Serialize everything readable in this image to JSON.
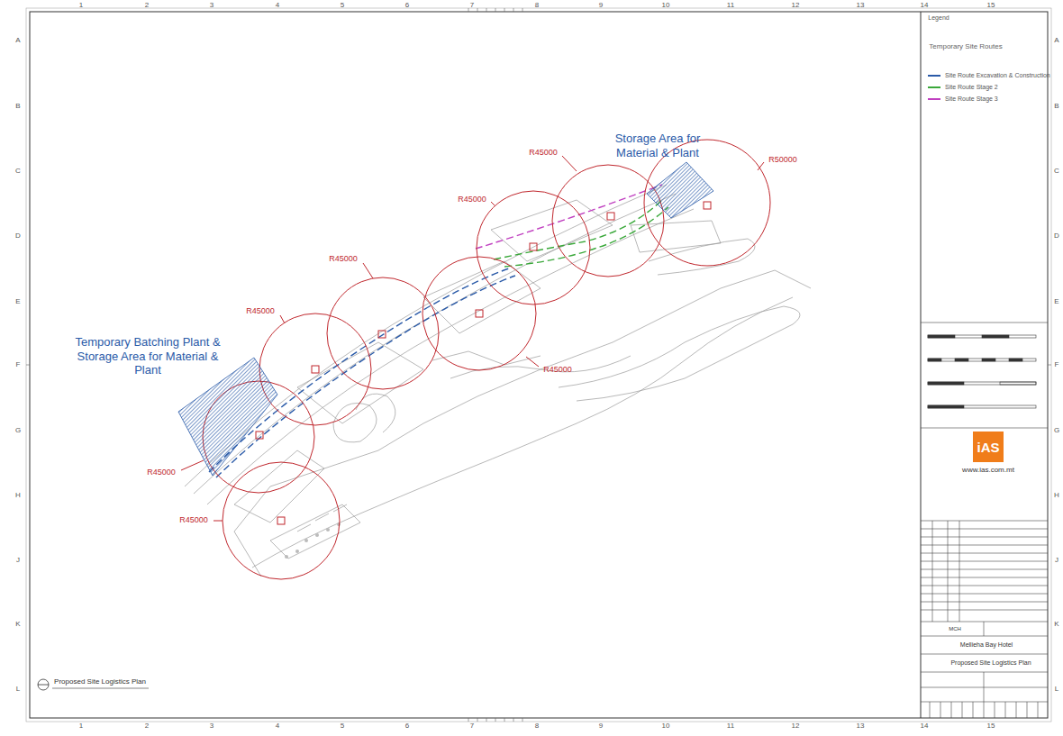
{
  "diagram": {
    "nodes": [
      {
        "text": [
          "Storage Area for Material & Plant"
        ]
      },
      {
        "text": [
          "Temporary Batching Plant & Storage Area for Material & Plant"
        ]
      }
    ],
    "edges": [],
    "labels": [
      "Legend",
      "Temporary Site Routes",
      "R45000",
      "R50000",
      "R45000",
      "R45000",
      "R45000",
      "R45000",
      "R45000",
      "R45000",
      "iAS",
      "www.ias.com.mt",
      "MCH",
      "Mellieha Bay Hotel",
      "Proposed Site Logistics Plan",
      "Proposed Site Logistics Plan",
      "A",
      "B",
      "C",
      "D",
      "E",
      "F",
      "G",
      "H",
      "J",
      "K",
      "L",
      "A",
      "B",
      "C",
      "D",
      "E",
      "F",
      "G",
      "H",
      "J",
      "K",
      "L",
      "1",
      "2",
      "3",
      "4",
      "5",
      "6",
      "7",
      "8",
      "9",
      "10",
      "11",
      "12",
      "13",
      "14",
      "15",
      "1",
      "2",
      "3",
      "4",
      "5",
      "6",
      "7",
      "8",
      "9",
      "10",
      "11",
      "12",
      "13",
      "14",
      "15"
    ],
    "legend": [
      {
        "text": "Site Route Excavation & Construction",
        "color": "#2a5aa8"
      },
      {
        "text": "Site Route Stage 2",
        "color": "#3aa83a"
      },
      {
        "text": "Site Route Stage 3",
        "color": "#c040c0"
      }
    ]
  }
}
